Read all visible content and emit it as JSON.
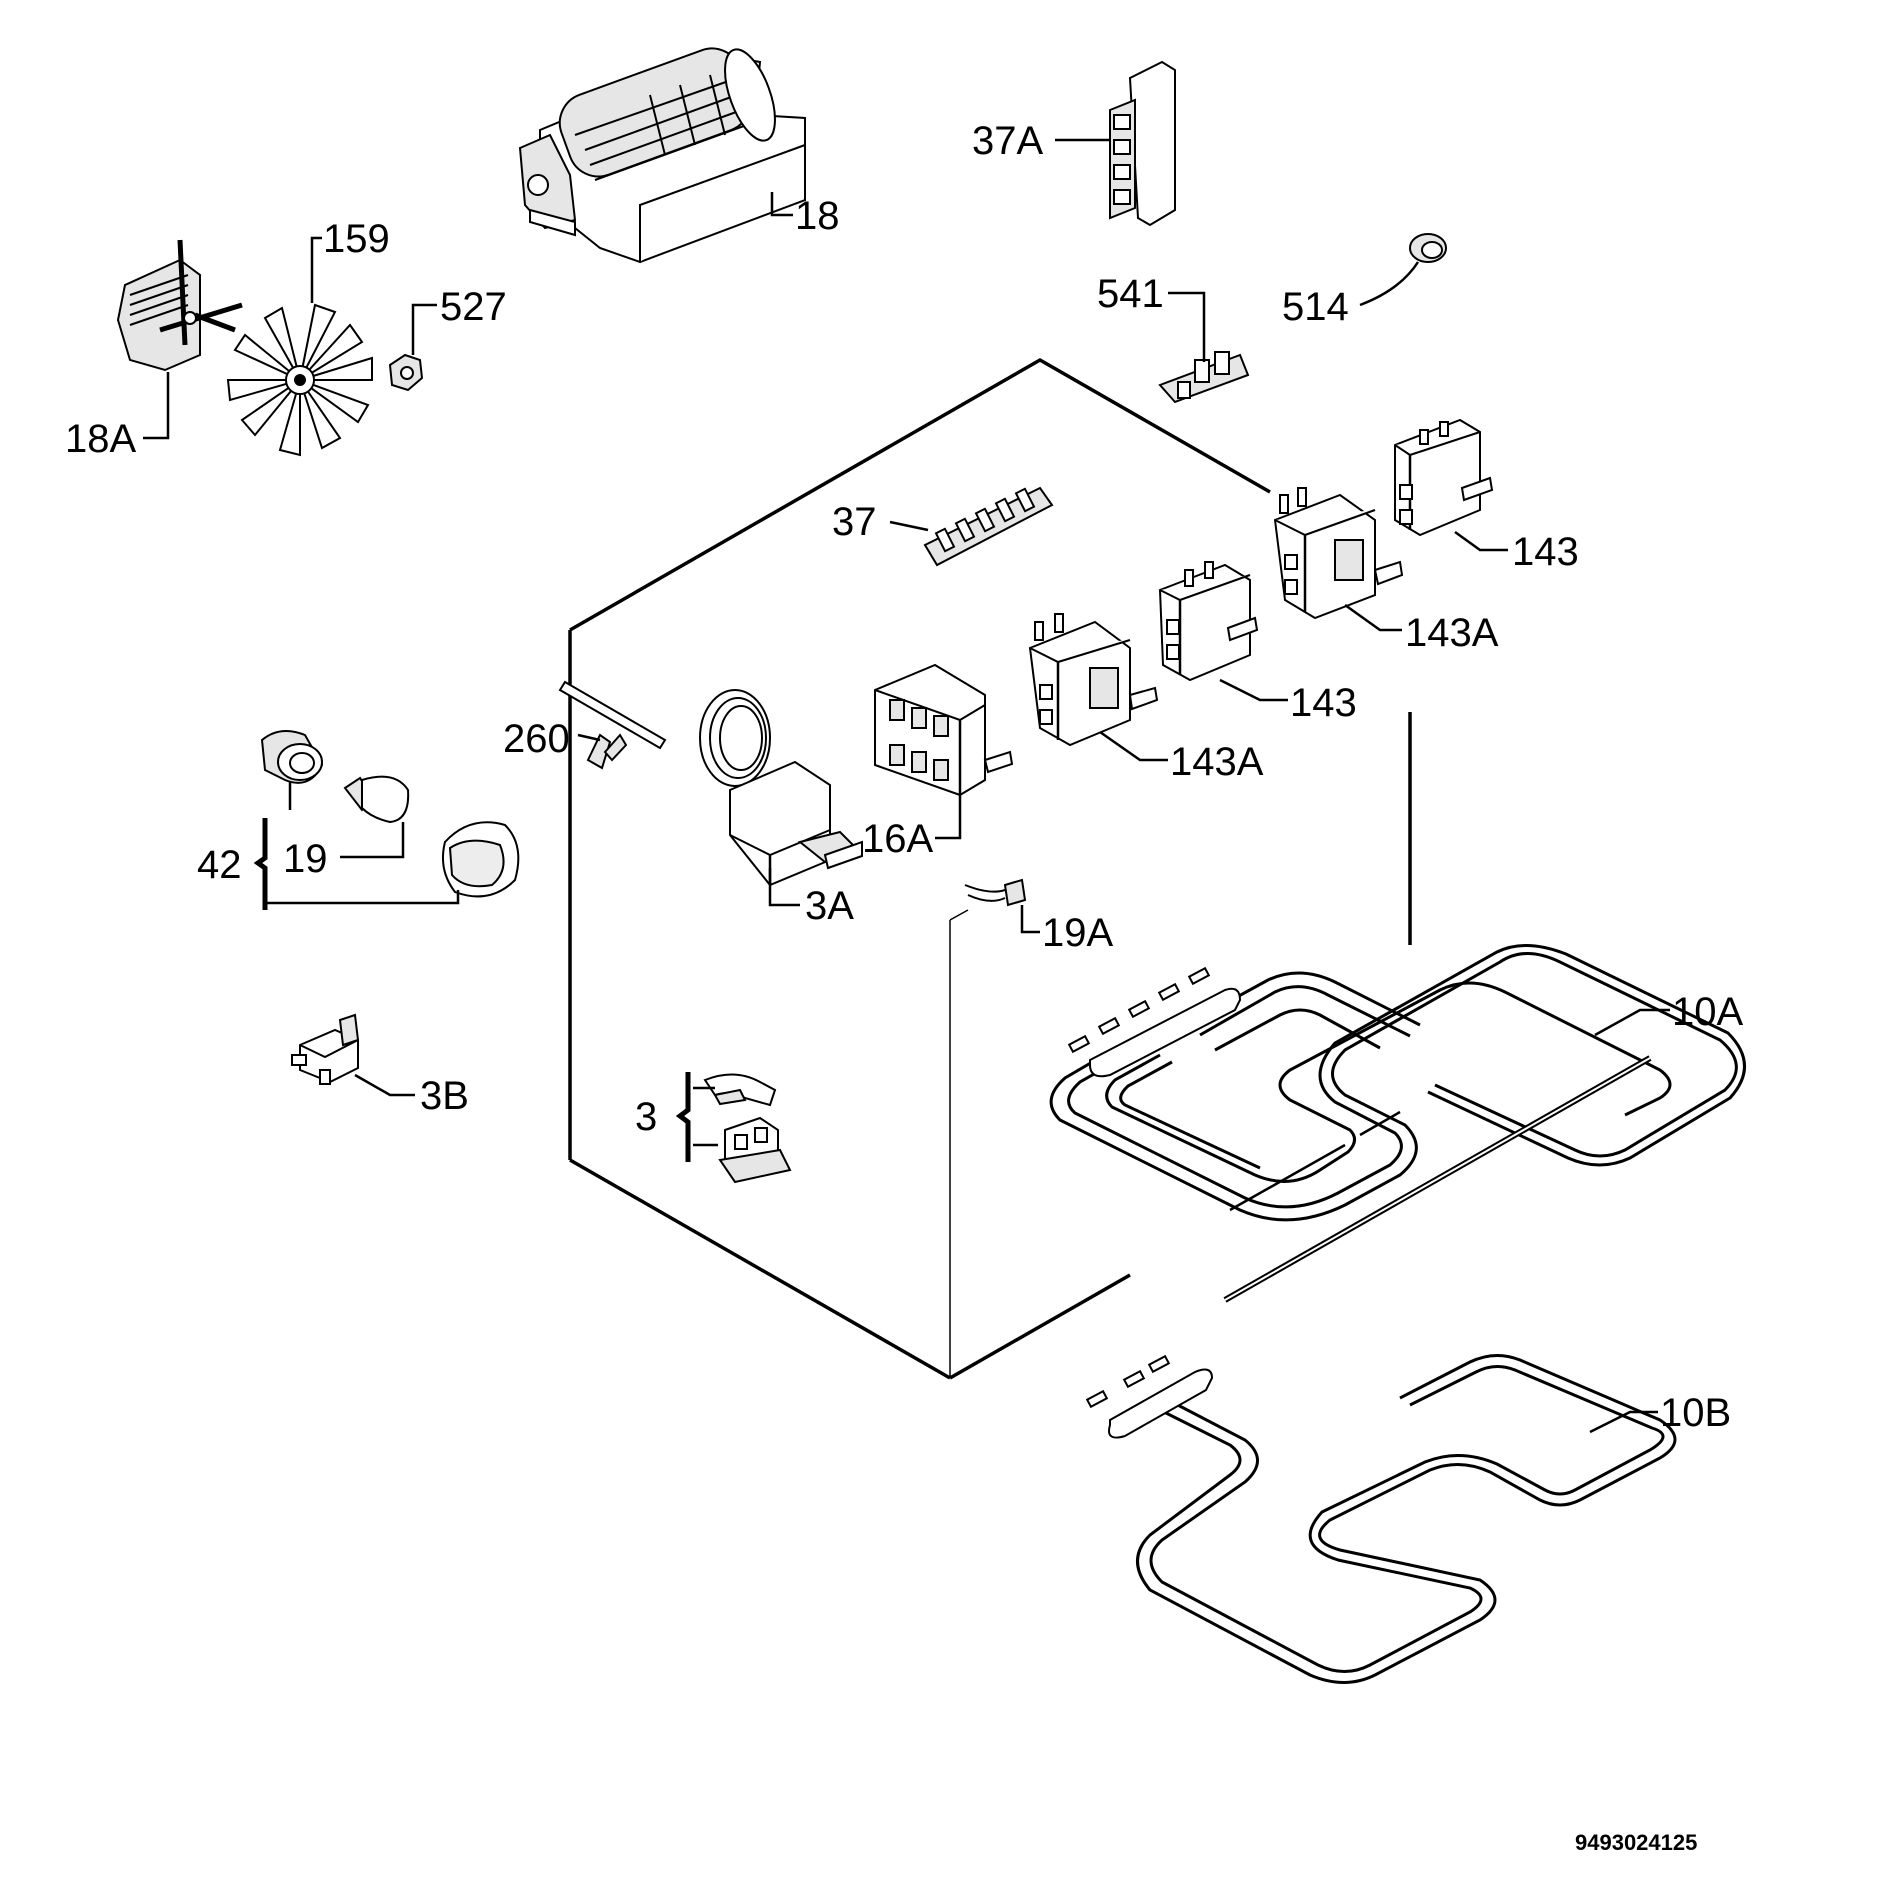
{
  "diagram": {
    "labels": {
      "p18": "18",
      "p18a": "18A",
      "p159": "159",
      "p527": "527",
      "p37a": "37A",
      "p541": "541",
      "p514": "514",
      "p37": "37",
      "p143_upper": "143",
      "p143a_upper": "143A",
      "p143_lower": "143",
      "p143a_lower": "143A",
      "p260": "260",
      "p16a": "16A",
      "p3a": "3A",
      "p19a": "19A",
      "p42": "42",
      "p19": "19",
      "p3b": "3B",
      "p3": "3",
      "p10a": "10A",
      "p10b": "10B"
    },
    "document_code": "9493024125"
  }
}
